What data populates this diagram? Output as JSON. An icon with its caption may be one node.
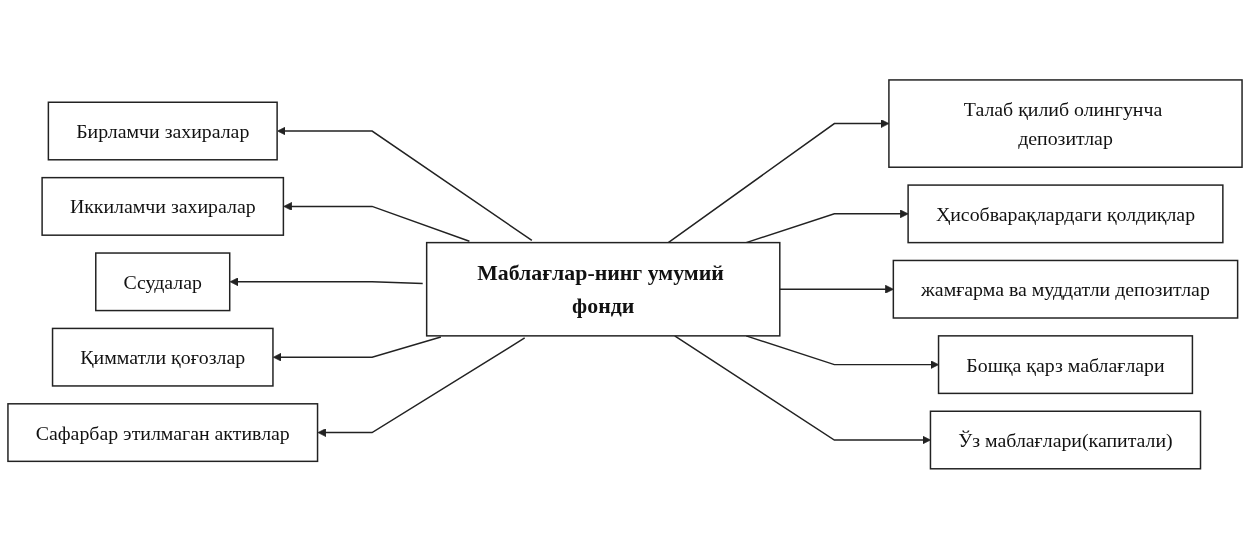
{
  "diagram": {
    "nodes": [
      {
        "text": [
          "Бирламчи захиралар"
        ]
      },
      {
        "text": [
          "Иккиламчи захиралар"
        ]
      },
      {
        "text": [
          "Ссудалар"
        ]
      },
      {
        "text": [
          "Қимматли қоғозлар"
        ]
      },
      {
        "text": [
          "Сафарбар этилмаган активлар"
        ]
      },
      {
        "text": [
          "Маблағлар-нинг умумий фонди"
        ]
      },
      {
        "text": [
          "Талаб қилиб олингунча депозитлар"
        ]
      },
      {
        "text": [
          "Ҳисобварақлардаги қолдиқлар"
        ]
      },
      {
        "text": [
          "жамғарма ва муддатли депозитлар"
        ]
      },
      {
        "text": [
          "Бошқа қарз маблағлари"
        ]
      },
      {
        "text": [
          "Ўз маблағлари(капитали)"
        ]
      }
    ],
    "edges": [
      {
        "from": 5,
        "to": 0,
        "arrow": "to"
      },
      {
        "from": 5,
        "to": 1,
        "arrow": "to"
      },
      {
        "from": 5,
        "to": 2,
        "arrow": "to"
      },
      {
        "from": 5,
        "to": 3,
        "arrow": "to"
      },
      {
        "from": 5,
        "to": 4,
        "arrow": "to"
      },
      {
        "from": 5,
        "to": 6,
        "arrow": "to"
      },
      {
        "from": 5,
        "to": 7,
        "arrow": "to"
      },
      {
        "from": 5,
        "to": 8,
        "arrow": "to"
      },
      {
        "from": 5,
        "to": 9,
        "arrow": "to"
      },
      {
        "from": 5,
        "to": 10,
        "arrow": "to"
      }
    ]
  }
}
